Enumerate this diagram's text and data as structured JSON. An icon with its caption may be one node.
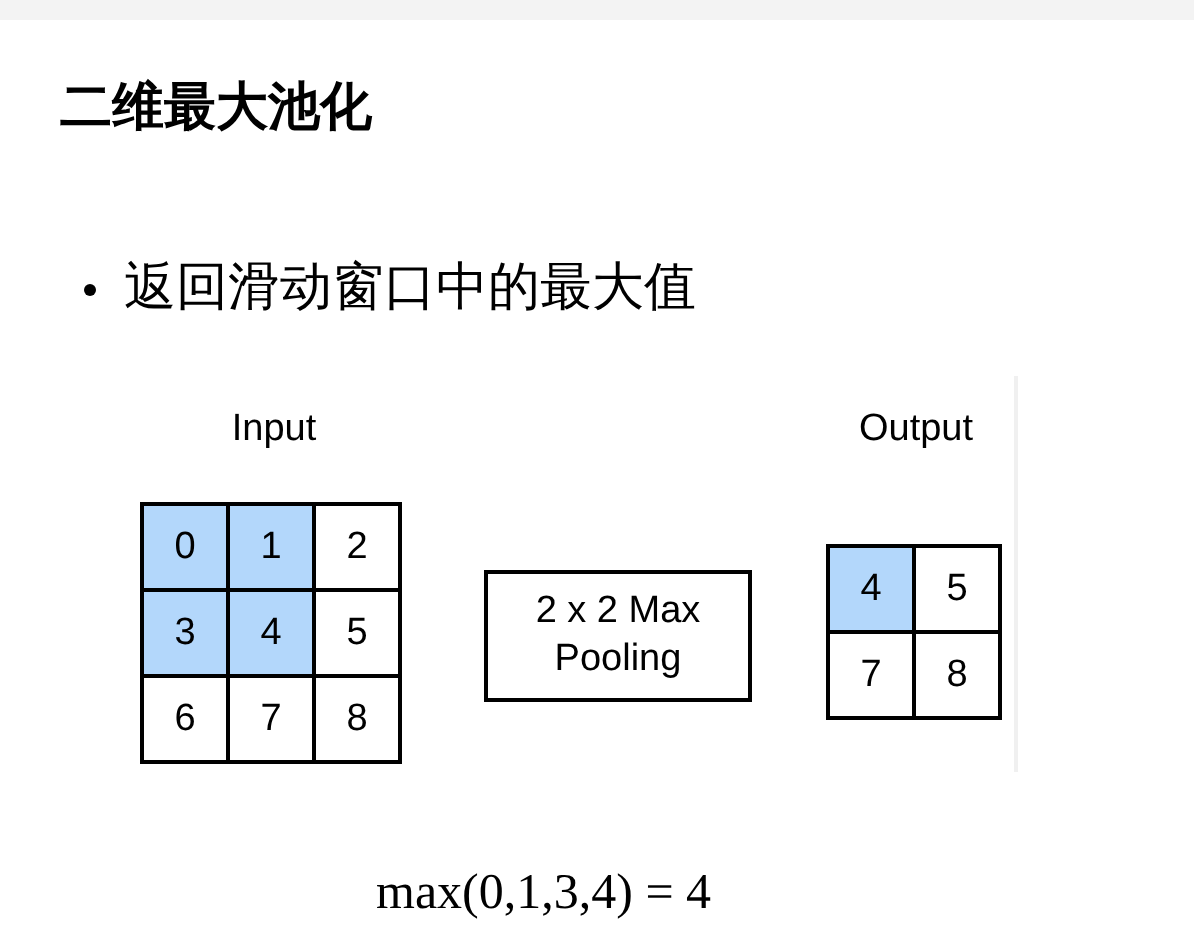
{
  "diagram": {
    "title": "二维最大池化",
    "nodes": [
      {
        "text": [
          "Input"
        ]
      },
      {
        "text": [
          "0"
        ],
        "in": 0
      },
      {
        "text": [
          "1"
        ],
        "in": 0
      },
      {
        "text": [
          "2"
        ],
        "in": 0
      },
      {
        "text": [
          "3"
        ],
        "in": 0
      },
      {
        "text": [
          "4"
        ],
        "in": 0
      },
      {
        "text": [
          "5"
        ],
        "in": 0
      },
      {
        "text": [
          "6"
        ],
        "in": 0
      },
      {
        "text": [
          "7"
        ],
        "in": 0
      },
      {
        "text": [
          "8"
        ],
        "in": 0
      },
      {
        "text": [
          "2 x 2 Max Pooling"
        ]
      },
      {
        "text": [
          "Output"
        ]
      },
      {
        "text": [
          "4"
        ],
        "in": 11
      },
      {
        "text": [
          "5"
        ],
        "in": 11
      },
      {
        "text": [
          "7"
        ],
        "in": 11
      },
      {
        "text": [
          "8"
        ],
        "in": 11
      }
    ],
    "edges": [],
    "labels": [
      "返回滑动窗口中的最大值",
      "max(0,1,3,4) = 4"
    ]
  }
}
